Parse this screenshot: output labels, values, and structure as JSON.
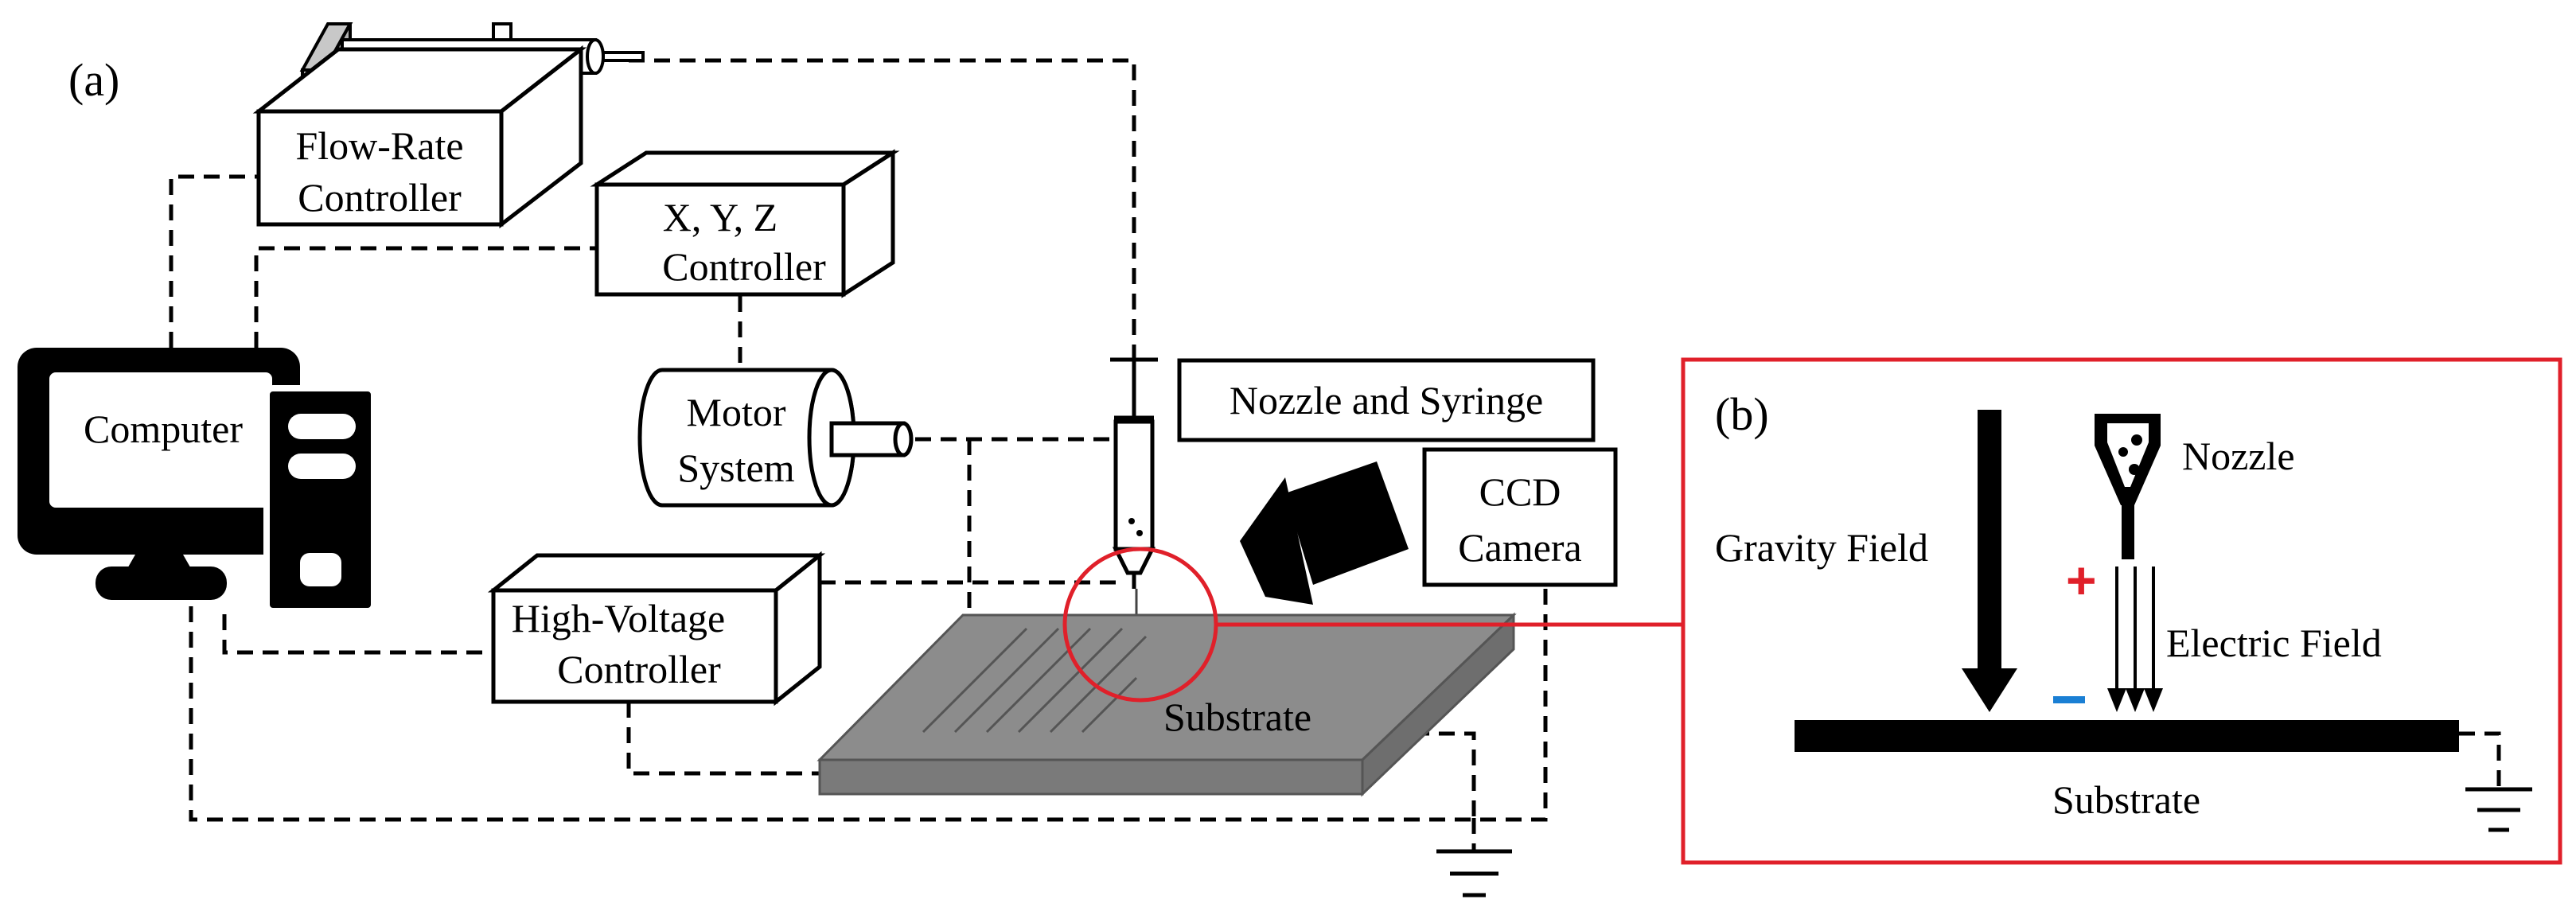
{
  "panels": {
    "a": "(a)",
    "b": "(b)"
  },
  "labels": {
    "flow_rate_line1": "Flow-Rate",
    "flow_rate_line2": "Controller",
    "xyz_line1": "X, Y, Z",
    "xyz_line2": "Controller",
    "computer": "Computer",
    "motor_line1": "Motor",
    "motor_line2": "System",
    "nozzle_syringe": "Nozzle and Syringe",
    "ccd_line1": "CCD",
    "ccd_line2": "Camera",
    "hv_line1": "High-Voltage",
    "hv_line2": "Controller",
    "substrate_a": "Substrate",
    "gravity_field": "Gravity Field",
    "nozzle": "Nozzle",
    "electric_field": "Electric Field",
    "substrate_b": "Substrate",
    "plus": "+",
    "minus": "−"
  },
  "colors": {
    "highlight": "#e0202a",
    "plus": "#e0202a",
    "minus": "#1a7fd4",
    "substrate_top": "#8c8c8c",
    "substrate_side": "#6e6e6e"
  }
}
